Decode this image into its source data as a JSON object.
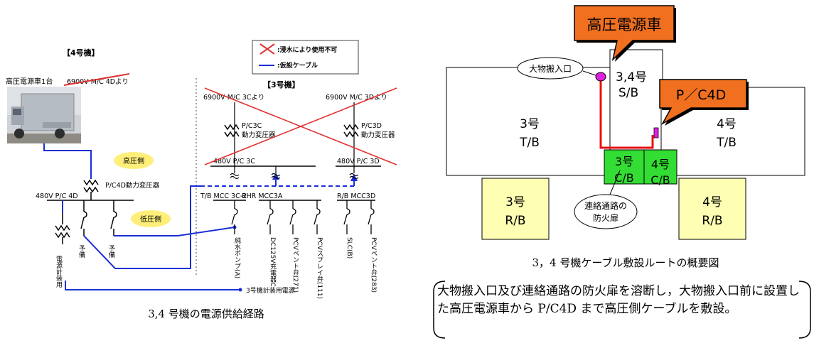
{
  "left": {
    "unit4_title": "【4号機】",
    "unit3_title": "【3号機】",
    "truck_label": "高圧電源車1台",
    "mc4d_label": "6900V M/C 4Dより",
    "legend": {
      "cross_label": ":浸水により使用不可",
      "cable_label": ":仮設ケーブル",
      "cross_color": "#e03030",
      "cable_color": "#1a2fd6"
    },
    "high_side": "高圧側",
    "low_side": "低圧側",
    "pc4d_transformer": "P/C4D動力変圧器",
    "pc4d_bus": "480V P/C 4D",
    "spare1": "予備",
    "spare2": "予備",
    "instrument_power": "電源計装用",
    "unit3_instrument_power": "3号機計装用電源",
    "mc3c": "6900V M/C 3Cより",
    "mc3d": "6900V M/C 3Dより",
    "pc3c_name": "P/C3C",
    "pc3c_type": "動力変圧器",
    "pc3d_name": "P/C3D",
    "pc3d_type": "動力変圧器",
    "pc3c_bus": "480V P/C 3C",
    "pc3d_bus": "480V P/C 3D",
    "mcc3c2": "T/B MCC 3C-2",
    "mcc3a": "RHR MCC3A",
    "mcc3d": "R/B MCC3D",
    "load1": "純水ポンプ(A)",
    "load2": "DC125V充電器C",
    "load3": "PCVベント弁(271)",
    "load4": "PCVスプレイ弁(111)",
    "load5": "SLC(B)",
    "load6": "PCVベント弁(283)",
    "caption": "3,4 号機の電源供給経路"
  },
  "right": {
    "callout_top": "高圧電源車",
    "callout_pc": "P／C4D",
    "entrance_label": "大物搬入口",
    "firedoor_label": "連絡通路の防火扉",
    "b_sb": "3,4号 S/B",
    "b_3tb": "3号 T/B",
    "b_4tb": "4号 T/B",
    "b_3cb": "3号 C/B",
    "b_4cb": "4号 C/B",
    "b_3rb": "3号 R/B",
    "b_4rb": "4号 R/B",
    "caption": "3，4 号機ケーブル敷設ルートの概要図",
    "note": "大物搬入口及び連絡通路の防火扉を溶断し，大物搬入口前に設置した高圧電源車から P/C4D まで高圧側ケーブルを敷設。",
    "colors": {
      "callout": "#f07020",
      "route": "#e81010",
      "cb": "#33dd33",
      "rb": "#ffffb3",
      "entrance": "#e020e0"
    }
  }
}
